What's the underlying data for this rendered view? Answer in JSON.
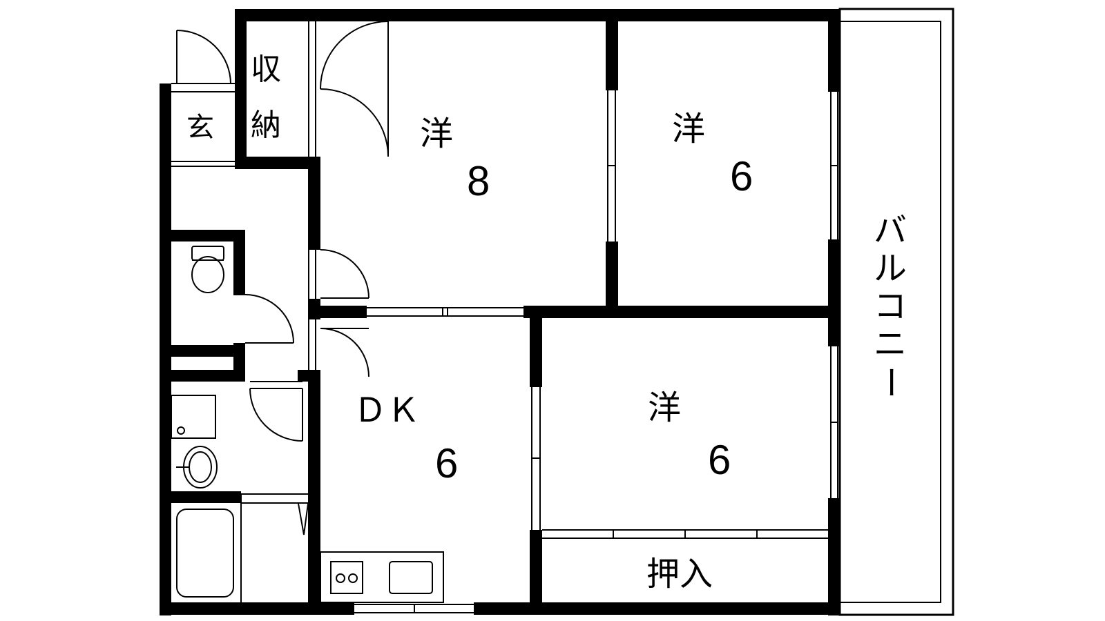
{
  "floorplan": {
    "rooms": {
      "western_8": {
        "kind": "洋",
        "size": "8"
      },
      "western_6_upper": {
        "kind": "洋",
        "size": "6"
      },
      "western_6_lower": {
        "kind": "洋",
        "size": "6"
      },
      "dk": {
        "kind": "ＤＫ",
        "size": "6"
      }
    },
    "storage": {
      "top": "収",
      "bottom": "納"
    },
    "entrance": "玄",
    "closet": "押入",
    "balcony": [
      "バ",
      "ル",
      "コ",
      "ニ",
      "ー"
    ]
  },
  "colors": {
    "wall": "#000000",
    "background": "#ffffff"
  }
}
